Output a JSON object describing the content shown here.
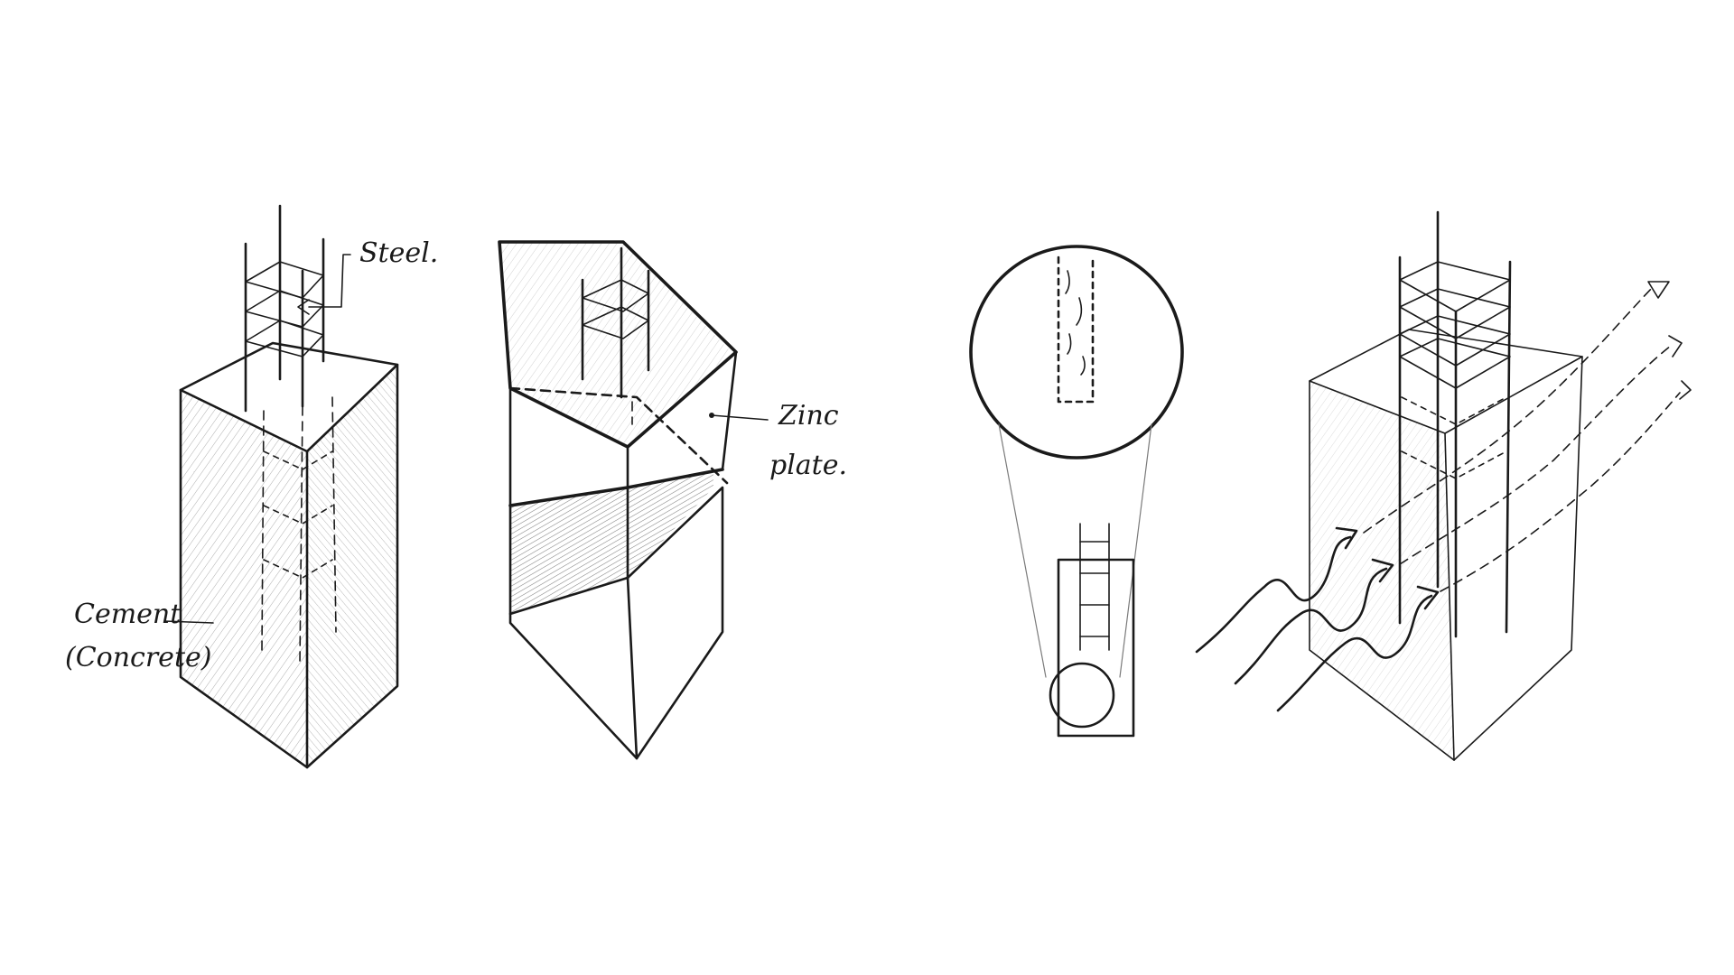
{
  "labels": {
    "steel": "Steel.",
    "cement_line1": "Cement",
    "cement_line2": "(Concrete)",
    "zinc_line1": "Zinc",
    "zinc_line2": "plate."
  }
}
